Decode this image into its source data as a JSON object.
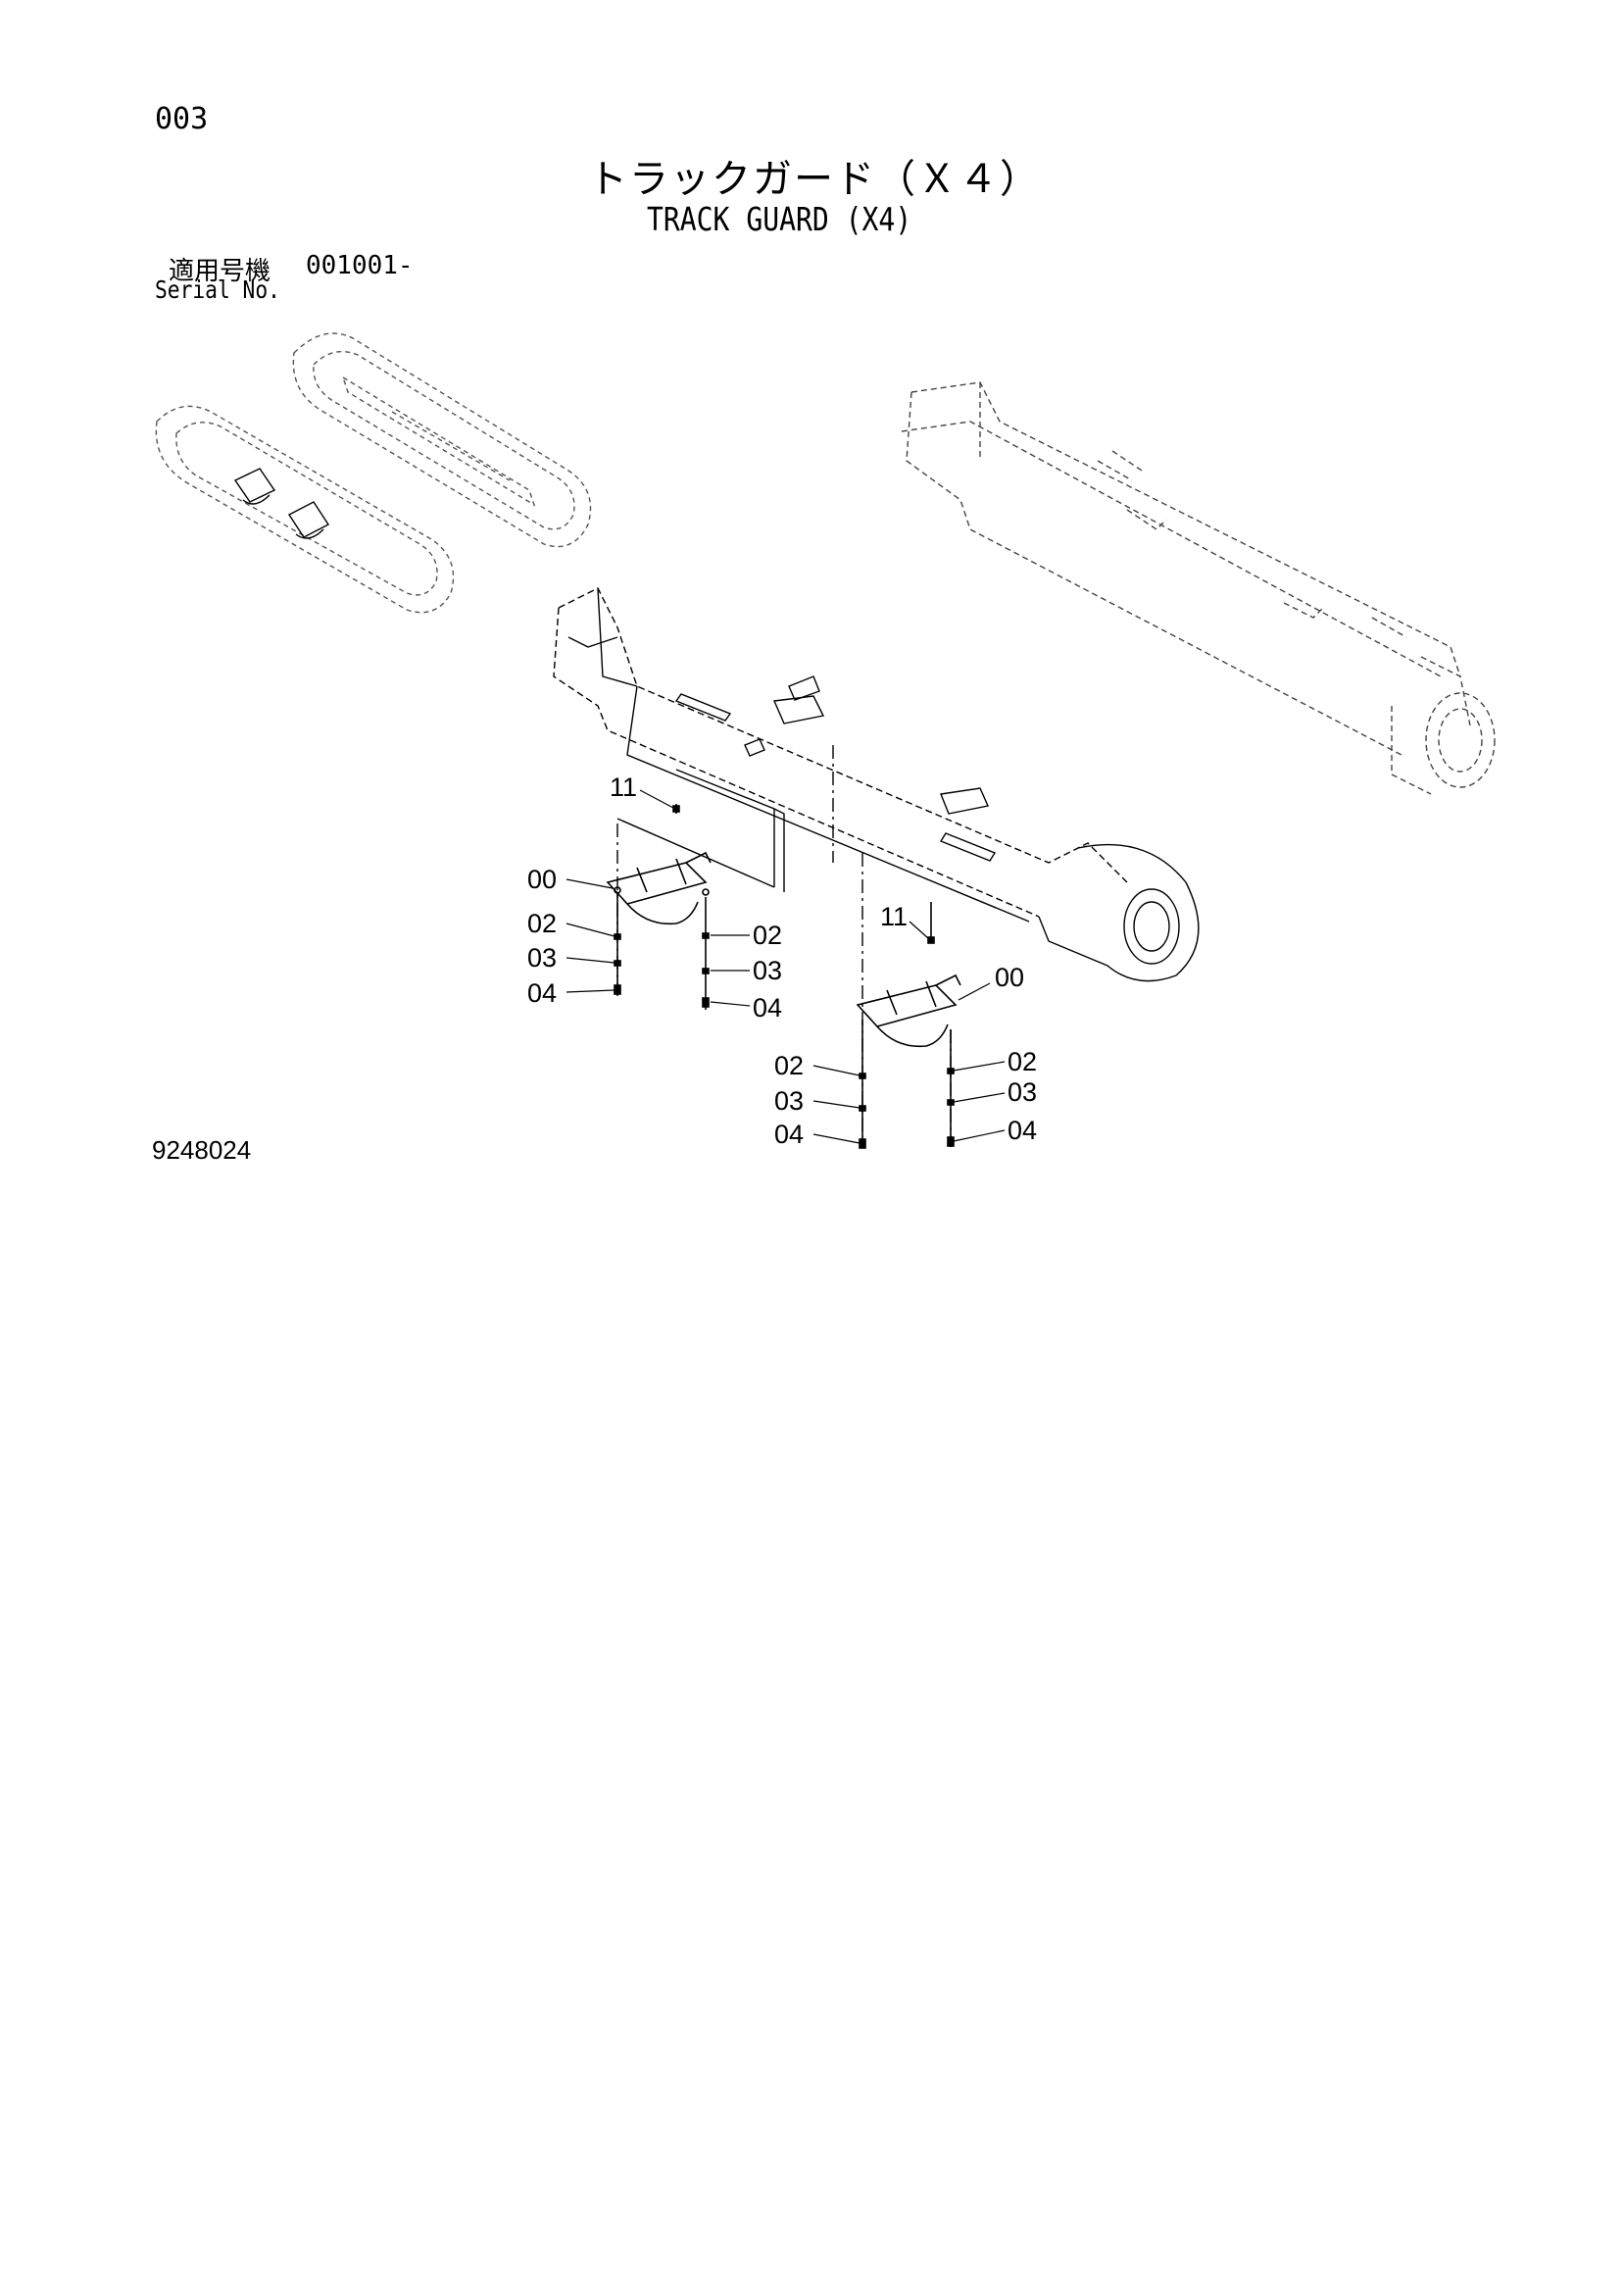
{
  "page_number": "003",
  "title_jp": "トラックガード（Ｘ４）",
  "title_en": "TRACK GUARD (X4)",
  "serial": {
    "label_jp": "適用号機",
    "label_en": "Serial No.",
    "value": "001001-"
  },
  "figure_number": "9248024",
  "callouts": {
    "c00a": "00",
    "c02a": "02",
    "c03a": "03",
    "c04a": "04",
    "c02b": "02",
    "c03b": "03",
    "c04b": "04",
    "c11a": "11",
    "c11b": "11",
    "c00b": "00",
    "c02c": "02",
    "c03c": "03",
    "c04c": "04",
    "c02d": "02",
    "c03d": "03",
    "c04d": "04"
  }
}
